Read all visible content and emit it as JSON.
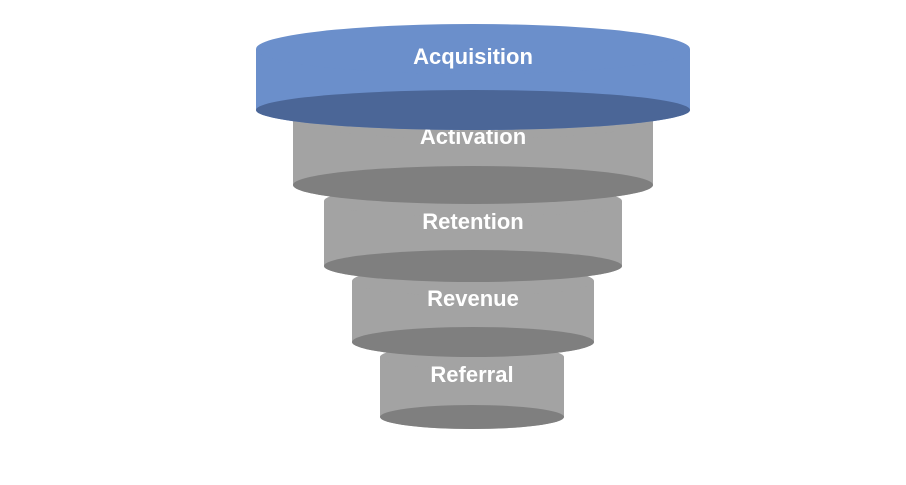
{
  "funnel": {
    "colors": {
      "highlight_fill": "#6b8fcb",
      "highlight_shadow": "#4b6697",
      "stage_fill": "#a3a3a3",
      "stage_shadow": "#7f7f7f",
      "label": "#ffffff"
    },
    "stages": [
      {
        "label": "Acquisition",
        "highlighted": true
      },
      {
        "label": "Activation",
        "highlighted": false
      },
      {
        "label": "Retention",
        "highlighted": false
      },
      {
        "label": "Revenue",
        "highlighted": false
      },
      {
        "label": "Referral",
        "highlighted": false
      }
    ]
  }
}
